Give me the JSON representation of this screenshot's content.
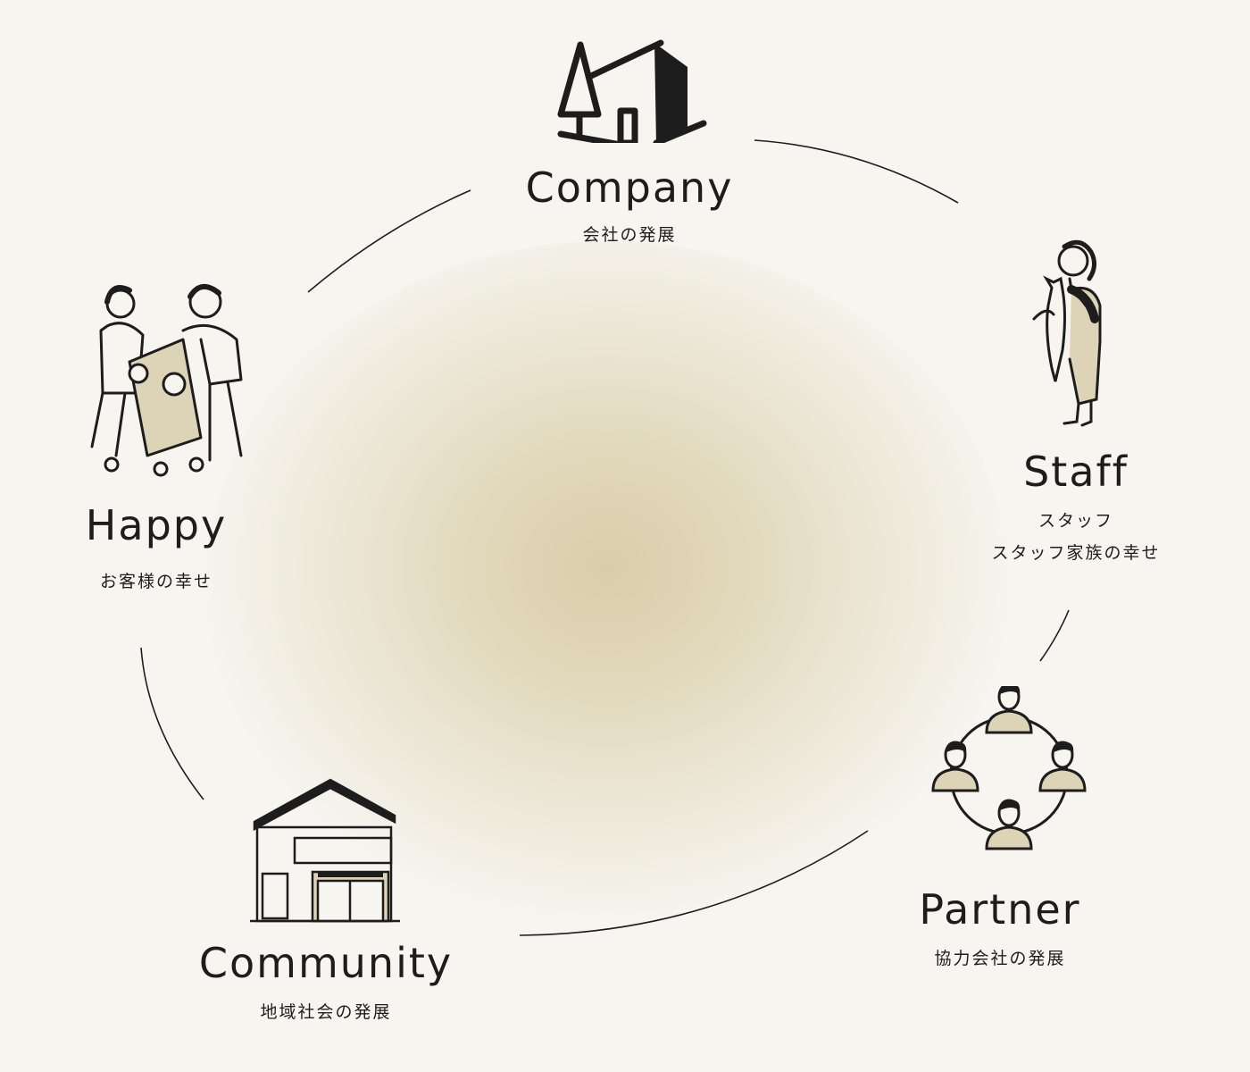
{
  "nodes": {
    "company": {
      "title": "Company",
      "subtitle": "会社の発展"
    },
    "staff": {
      "title": "Staff",
      "subtitle_line1": "スタッフ",
      "subtitle_line2": "スタッフ家族の幸せ"
    },
    "partner": {
      "title": "Partner",
      "subtitle": "協力会社の発展"
    },
    "community": {
      "title": "Community",
      "subtitle": "地域社会の発展"
    },
    "happy": {
      "title": "Happy",
      "subtitle": "お客様の幸せ"
    }
  },
  "colors": {
    "background": "#f6f5ef",
    "accent": "#d9cea9",
    "ink": "#1d1d1d"
  }
}
